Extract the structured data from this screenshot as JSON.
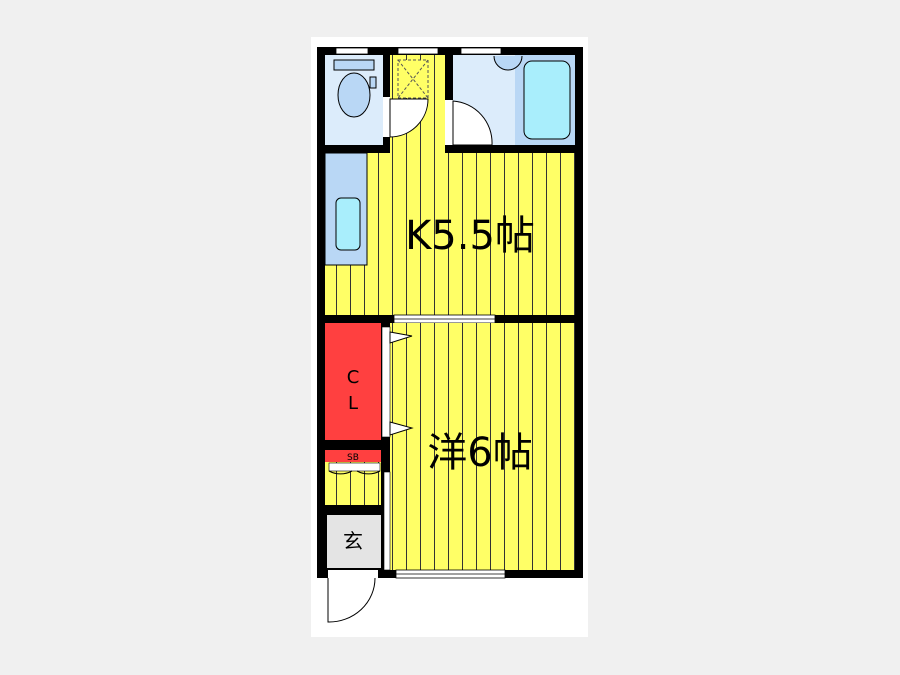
{
  "floorplan": {
    "rooms": {
      "kitchen": {
        "label": "K5.5帖"
      },
      "western_room": {
        "label": "洋6帖"
      },
      "closet": {
        "label_line1": "C",
        "label_line2": "L"
      },
      "shoe_box": {
        "label": "SB"
      },
      "entrance": {
        "label": "玄"
      }
    },
    "colors": {
      "wall": "#000000",
      "floor": "#ffff66",
      "wet_area": "#dcecfb",
      "fixture": "#b9d7f5",
      "water": "#a9eefc",
      "closet": "#ff4040",
      "entrance": "#e4e4e4",
      "background": "#f0f0f0",
      "panel": "#ffffff"
    }
  }
}
